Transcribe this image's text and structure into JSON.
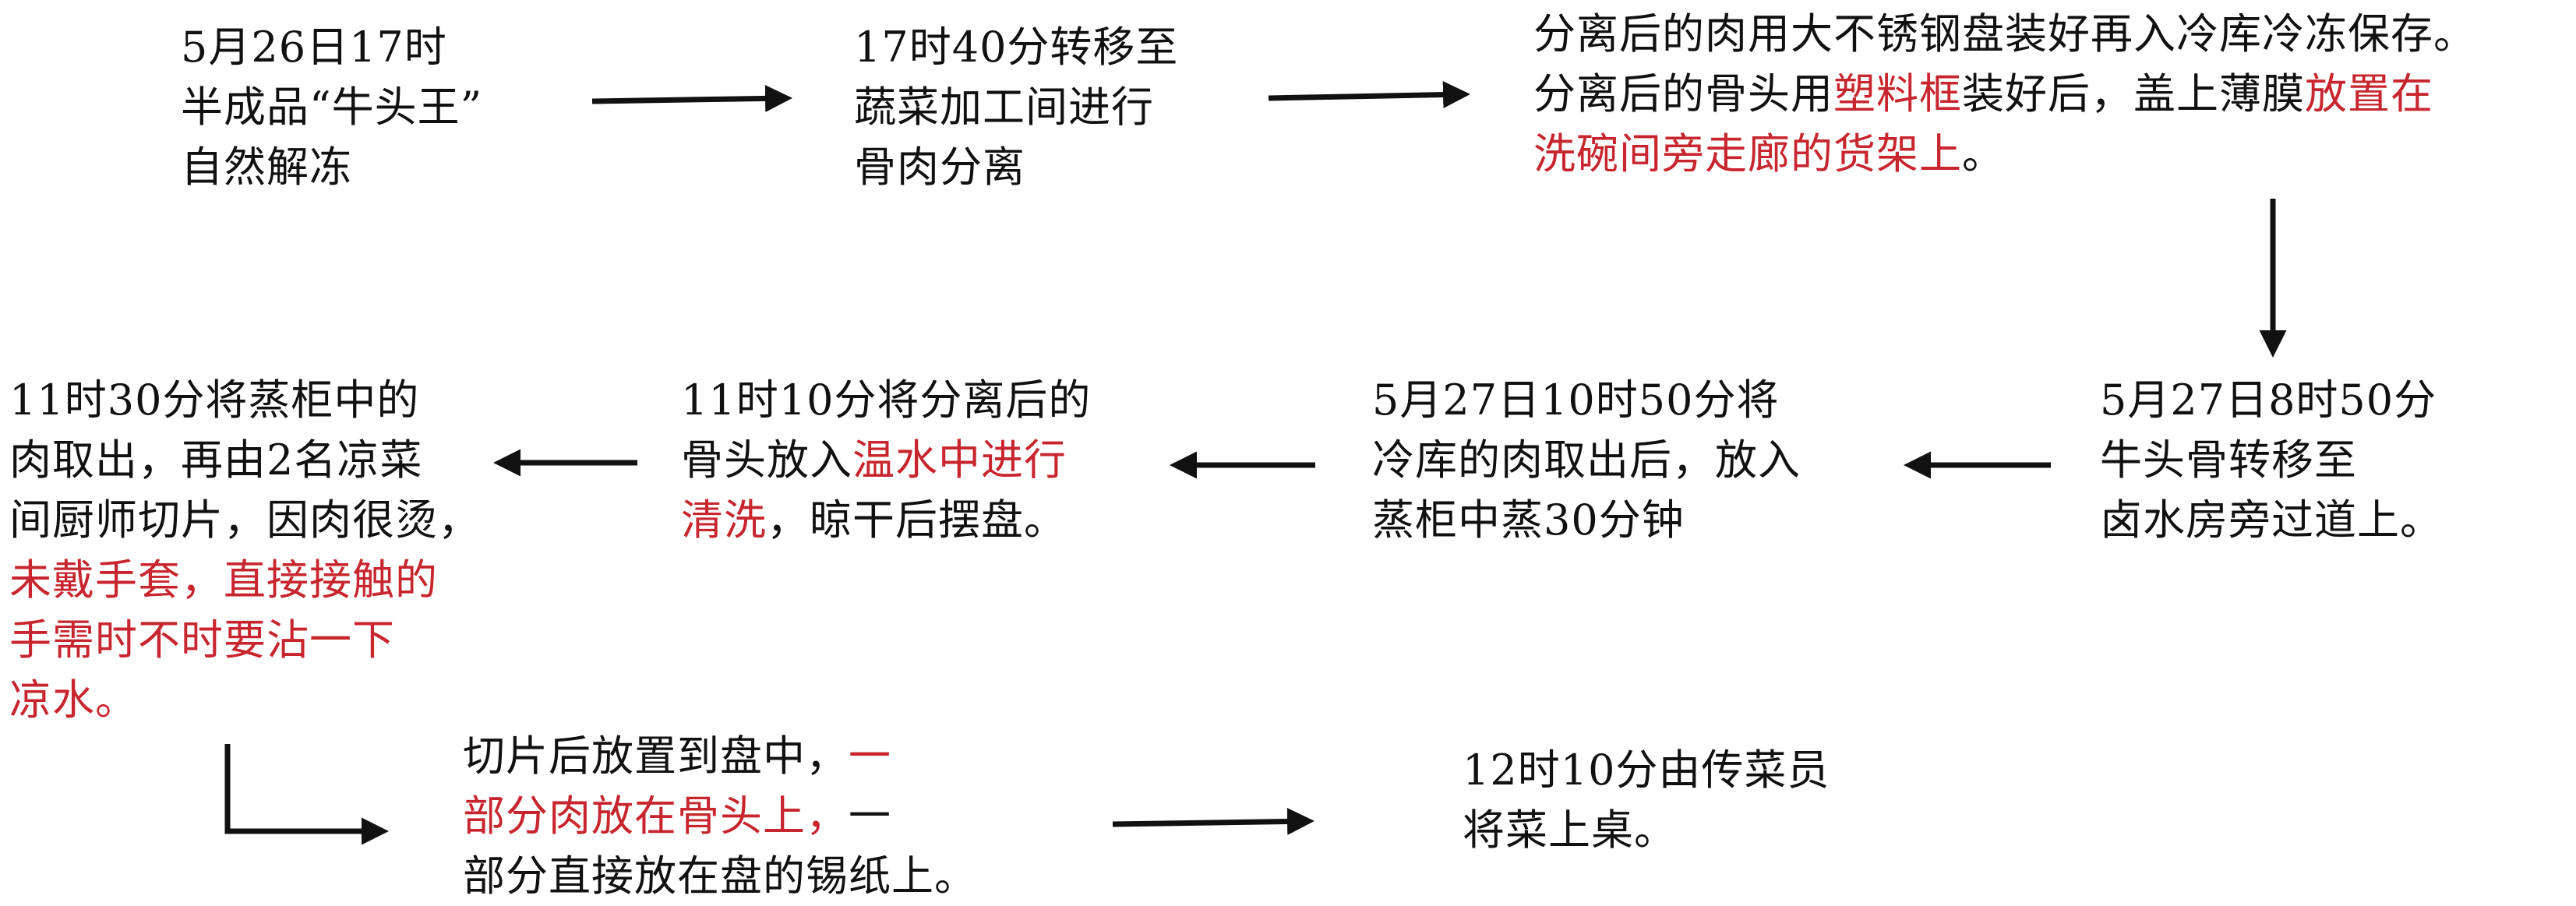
{
  "nodes": [
    {
      "id": "step-1",
      "lines": [
        [
          {
            "text": "5月26日17时",
            "red": false
          }
        ],
        [
          {
            "text": "半成品“牛头王”",
            "red": false
          }
        ],
        [
          {
            "text": "自然解冻",
            "red": false
          }
        ]
      ]
    },
    {
      "id": "step-2",
      "lines": [
        [
          {
            "text": "17时40分转移至",
            "red": false
          }
        ],
        [
          {
            "text": "蔬菜加工间进行",
            "red": false
          }
        ],
        [
          {
            "text": "骨肉分离",
            "red": false
          }
        ]
      ]
    },
    {
      "id": "step-3",
      "lines": [
        [
          {
            "text": "分离后的肉用大不锈钢盘装好再入冷库冷冻保存。",
            "red": false
          }
        ],
        [
          {
            "text": "分离后的骨头用",
            "red": false
          },
          {
            "text": "塑料框",
            "red": true
          },
          {
            "text": "装好后，盖上薄膜",
            "red": false
          },
          {
            "text": "放置在",
            "red": true
          }
        ],
        [
          {
            "text": "洗碗间旁走廊的货架上",
            "red": true
          },
          {
            "text": "。",
            "red": false
          }
        ]
      ]
    },
    {
      "id": "step-4",
      "lines": [
        [
          {
            "text": "5月27日8时50分",
            "red": false
          }
        ],
        [
          {
            "text": "牛头骨转移至",
            "red": false
          }
        ],
        [
          {
            "text": "卤水房旁过道上。",
            "red": false
          }
        ]
      ]
    },
    {
      "id": "step-5",
      "lines": [
        [
          {
            "text": "5月27日10时50分将",
            "red": false
          }
        ],
        [
          {
            "text": "冷库的肉取出后，放入",
            "red": false
          }
        ],
        [
          {
            "text": "蒸柜中蒸30分钟",
            "red": false
          }
        ]
      ]
    },
    {
      "id": "step-6",
      "lines": [
        [
          {
            "text": "11时10分将分离后的",
            "red": false
          }
        ],
        [
          {
            "text": "骨头放入",
            "red": false
          },
          {
            "text": "温水中进行",
            "red": true
          }
        ],
        [
          {
            "text": "清洗",
            "red": true
          },
          {
            "text": "，晾干后摆盘。",
            "red": false
          }
        ]
      ]
    },
    {
      "id": "step-7",
      "lines": [
        [
          {
            "text": "11时30分将蒸柜中的",
            "red": false
          }
        ],
        [
          {
            "text": "肉取出，再由2名凉菜",
            "red": false
          }
        ],
        [
          {
            "text": "间厨师切片，因肉很烫，",
            "red": false
          }
        ],
        [
          {
            "text": "未戴手套，直接接触的",
            "red": true
          }
        ],
        [
          {
            "text": "手需时不时要沾一下",
            "red": true
          }
        ],
        [
          {
            "text": "凉水。",
            "red": true
          }
        ]
      ]
    },
    {
      "id": "step-8",
      "lines": [
        [
          {
            "text": "切片后放置到盘中，",
            "red": false
          },
          {
            "text": "一",
            "red": true
          }
        ],
        [
          {
            "text": "部分肉放在骨头上，",
            "red": true
          },
          {
            "text": "一",
            "red": false
          }
        ],
        [
          {
            "text": "部分直接放在盘的锡纸上。",
            "red": false
          }
        ]
      ]
    },
    {
      "id": "step-9",
      "lines": [
        [
          {
            "text": "12时10分由传菜员",
            "red": false
          }
        ],
        [
          {
            "text": "将菜上桌。",
            "red": false
          }
        ]
      ]
    }
  ],
  "edges": [
    {
      "from": "step-1",
      "to": "step-2"
    },
    {
      "from": "step-2",
      "to": "step-3"
    },
    {
      "from": "step-3",
      "to": "step-4"
    },
    {
      "from": "step-4",
      "to": "step-5"
    },
    {
      "from": "step-5",
      "to": "step-6"
    },
    {
      "from": "step-6",
      "to": "step-7"
    },
    {
      "from": "step-7",
      "to": "step-8"
    },
    {
      "from": "step-8",
      "to": "step-9"
    }
  ],
  "colors": {
    "text": "#111111",
    "highlight": "#c8262f",
    "arrow": "#111111"
  }
}
